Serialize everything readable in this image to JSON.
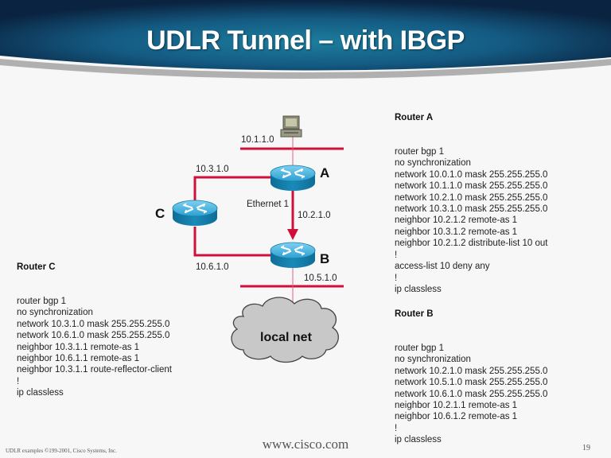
{
  "title": "UDLR Tunnel – with IBGP",
  "colors": {
    "header_dark": "#0c2f4f",
    "header_mid": "#1a6f90",
    "link_red": "#d0103a",
    "router_blue": "#1a8ab8",
    "cloud_gray": "#c8c8c8"
  },
  "routers": {
    "a": {
      "name": "A",
      "icon": "router-icon"
    },
    "b": {
      "name": "B",
      "icon": "router-icon"
    },
    "c": {
      "name": "C",
      "icon": "router-icon"
    }
  },
  "host": {
    "icon": "workstation-icon"
  },
  "networks": {
    "n1": "10.1.1.0",
    "n3": "10.3.1.0",
    "n2": "10.2.1.0",
    "n6": "10.6.1.0",
    "n5": "10.5.1.0",
    "ethernet": "Ethernet 1"
  },
  "cloud": {
    "label": "local net",
    "icon": "cloud-icon"
  },
  "config_a": {
    "heading": "Router A",
    "lines": [
      "router bgp 1",
      "no synchronization",
      "network 10.0.1.0 mask 255.255.255.0",
      "network 10.1.1.0 mask 255.255.255.0",
      "network 10.2.1.0 mask 255.255.255.0",
      "network 10.3.1.0 mask 255.255.255.0",
      "neighbor 10.2.1.2 remote-as 1",
      "neighbor 10.3.1.2 remote-as 1",
      "neighbor 10.2.1.2 distribute-list 10 out",
      "!",
      "access-list 10 deny any",
      "!",
      "ip classless"
    ]
  },
  "config_b": {
    "heading": "Router B",
    "lines": [
      "router bgp 1",
      "no synchronization",
      "network 10.2.1.0 mask 255.255.255.0",
      "network 10.5.1.0 mask 255.255.255.0",
      "network 10.6.1.0 mask 255.255.255.0",
      "neighbor 10.2.1.1 remote-as 1",
      "neighbor 10.6.1.2 remote-as 1",
      "!",
      "ip classless"
    ]
  },
  "config_c": {
    "heading": "Router C",
    "lines": [
      "router bgp 1",
      "no synchronization",
      "network 10.3.1.0 mask 255.255.255.0",
      "network 10.6.1.0 mask 255.255.255.0",
      "neighbor 10.3.1.1 remote-as 1",
      "neighbor 10.6.1.1 remote-as 1",
      "neighbor 10.3.1.1 route-reflector-client",
      "!",
      "ip classless"
    ]
  },
  "footer": {
    "left": "UDLR examples ©199-2001, Cisco Systems, Inc.",
    "center": "www.cisco.com",
    "page": "19"
  }
}
